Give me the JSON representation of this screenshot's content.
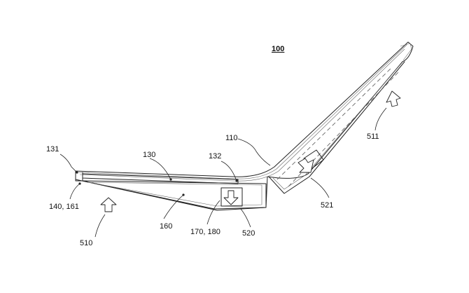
{
  "figure": {
    "number": "100",
    "labels": {
      "l110": "110",
      "l130": "130",
      "l131": "131",
      "l132": "132",
      "l140_161": "140, 161",
      "l160": "160",
      "l170_180": "170, 180",
      "l510": "510",
      "l511": "511",
      "l520": "520",
      "l521": "521"
    }
  }
}
